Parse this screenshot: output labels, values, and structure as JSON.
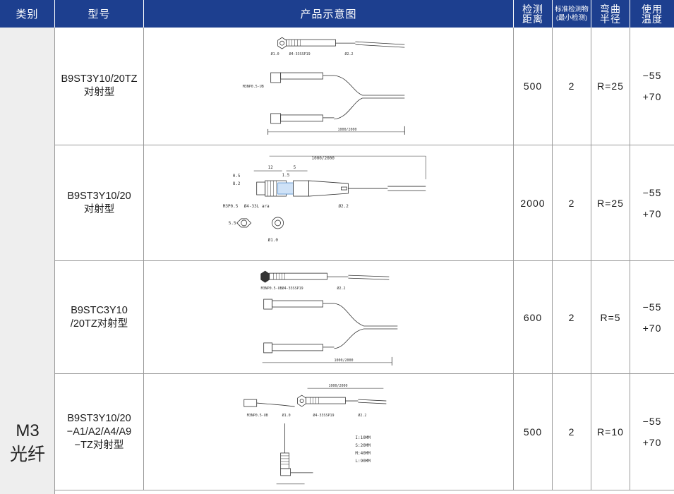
{
  "header": {
    "category": "类别",
    "model": "型号",
    "diagram": "产品示意图",
    "distance_line1": "检测",
    "distance_line2": "距离",
    "min_detect_line1": "标准检测物",
    "min_detect_line2": "(最小检测)",
    "bend_line1": "弯曲",
    "bend_line2": "半径",
    "temp_line1": "使用",
    "temp_line2": "温度"
  },
  "category": {
    "line1": "M3",
    "line2": "光纤"
  },
  "rows": [
    {
      "model": "B9ST3Y10/20TZ\n对射型",
      "distance": "500",
      "min_object": "2",
      "bend_radius": "R=25",
      "temp_low": "−55",
      "temp_high": "+70",
      "labels": {
        "d1": "Ø1.0",
        "d2": "Ø4-33SSP19",
        "d3": "Ø2.2",
        "d4": "M3NP0.5-UB",
        "len": "1000/2000"
      }
    },
    {
      "model": "B9ST3Y10/20\n对射型",
      "distance": "2000",
      "min_object": "2",
      "bend_radius": "R=25",
      "temp_low": "−55",
      "temp_high": "+70",
      "labels": {
        "len": "1000/2000",
        "a": "0.5",
        "b": "12",
        "c": "1.5",
        "d": "5",
        "e": "8.2",
        "f": "M3P0.5",
        "g": "Ø4-33L ara",
        "h": "Ø2.2",
        "i": "5.5",
        "j": "Ø1.0"
      }
    },
    {
      "model": "B9STC3Y10\n/20TZ对射型",
      "distance": "600",
      "min_object": "2",
      "bend_radius": "R=5",
      "temp_low": "−55",
      "temp_high": "+70",
      "labels": {
        "d1": "M3NP0.5-UB",
        "d2": "Ø4-33SSP19",
        "d3": "Ø2.2",
        "len": "1000/2000"
      }
    },
    {
      "model": "B9ST3Y10/20\n−A1/A2/A4/A9\n−TZ对射型",
      "distance": "500",
      "min_object": "2",
      "bend_radius": "R=10",
      "temp_low": "−55",
      "temp_high": "+70",
      "labels": {
        "len": "1000/2000",
        "a": "M3NP0.5-UB",
        "b": "Ø1.0",
        "c": "Ø4-33SSP19",
        "d": "Ø2.2",
        "lengths": [
          "I:10MM",
          "S:20MM",
          "M:40MM",
          "L:90MM"
        ]
      }
    }
  ]
}
